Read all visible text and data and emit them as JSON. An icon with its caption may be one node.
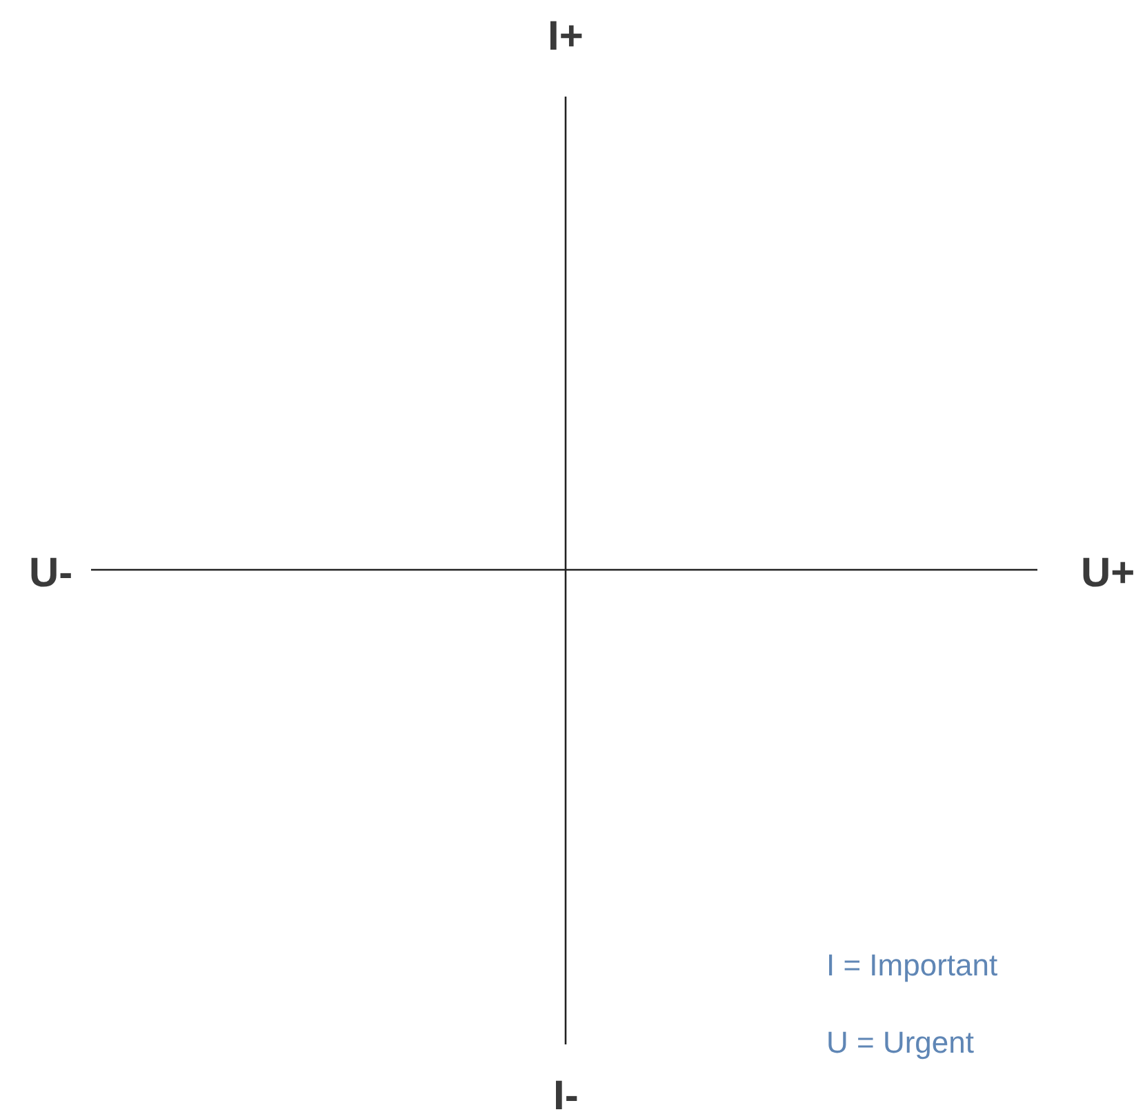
{
  "diagram": {
    "labels": [
      "I+",
      "U-",
      "U+",
      "I-",
      "I = Important",
      "U = Urgent"
    ]
  }
}
